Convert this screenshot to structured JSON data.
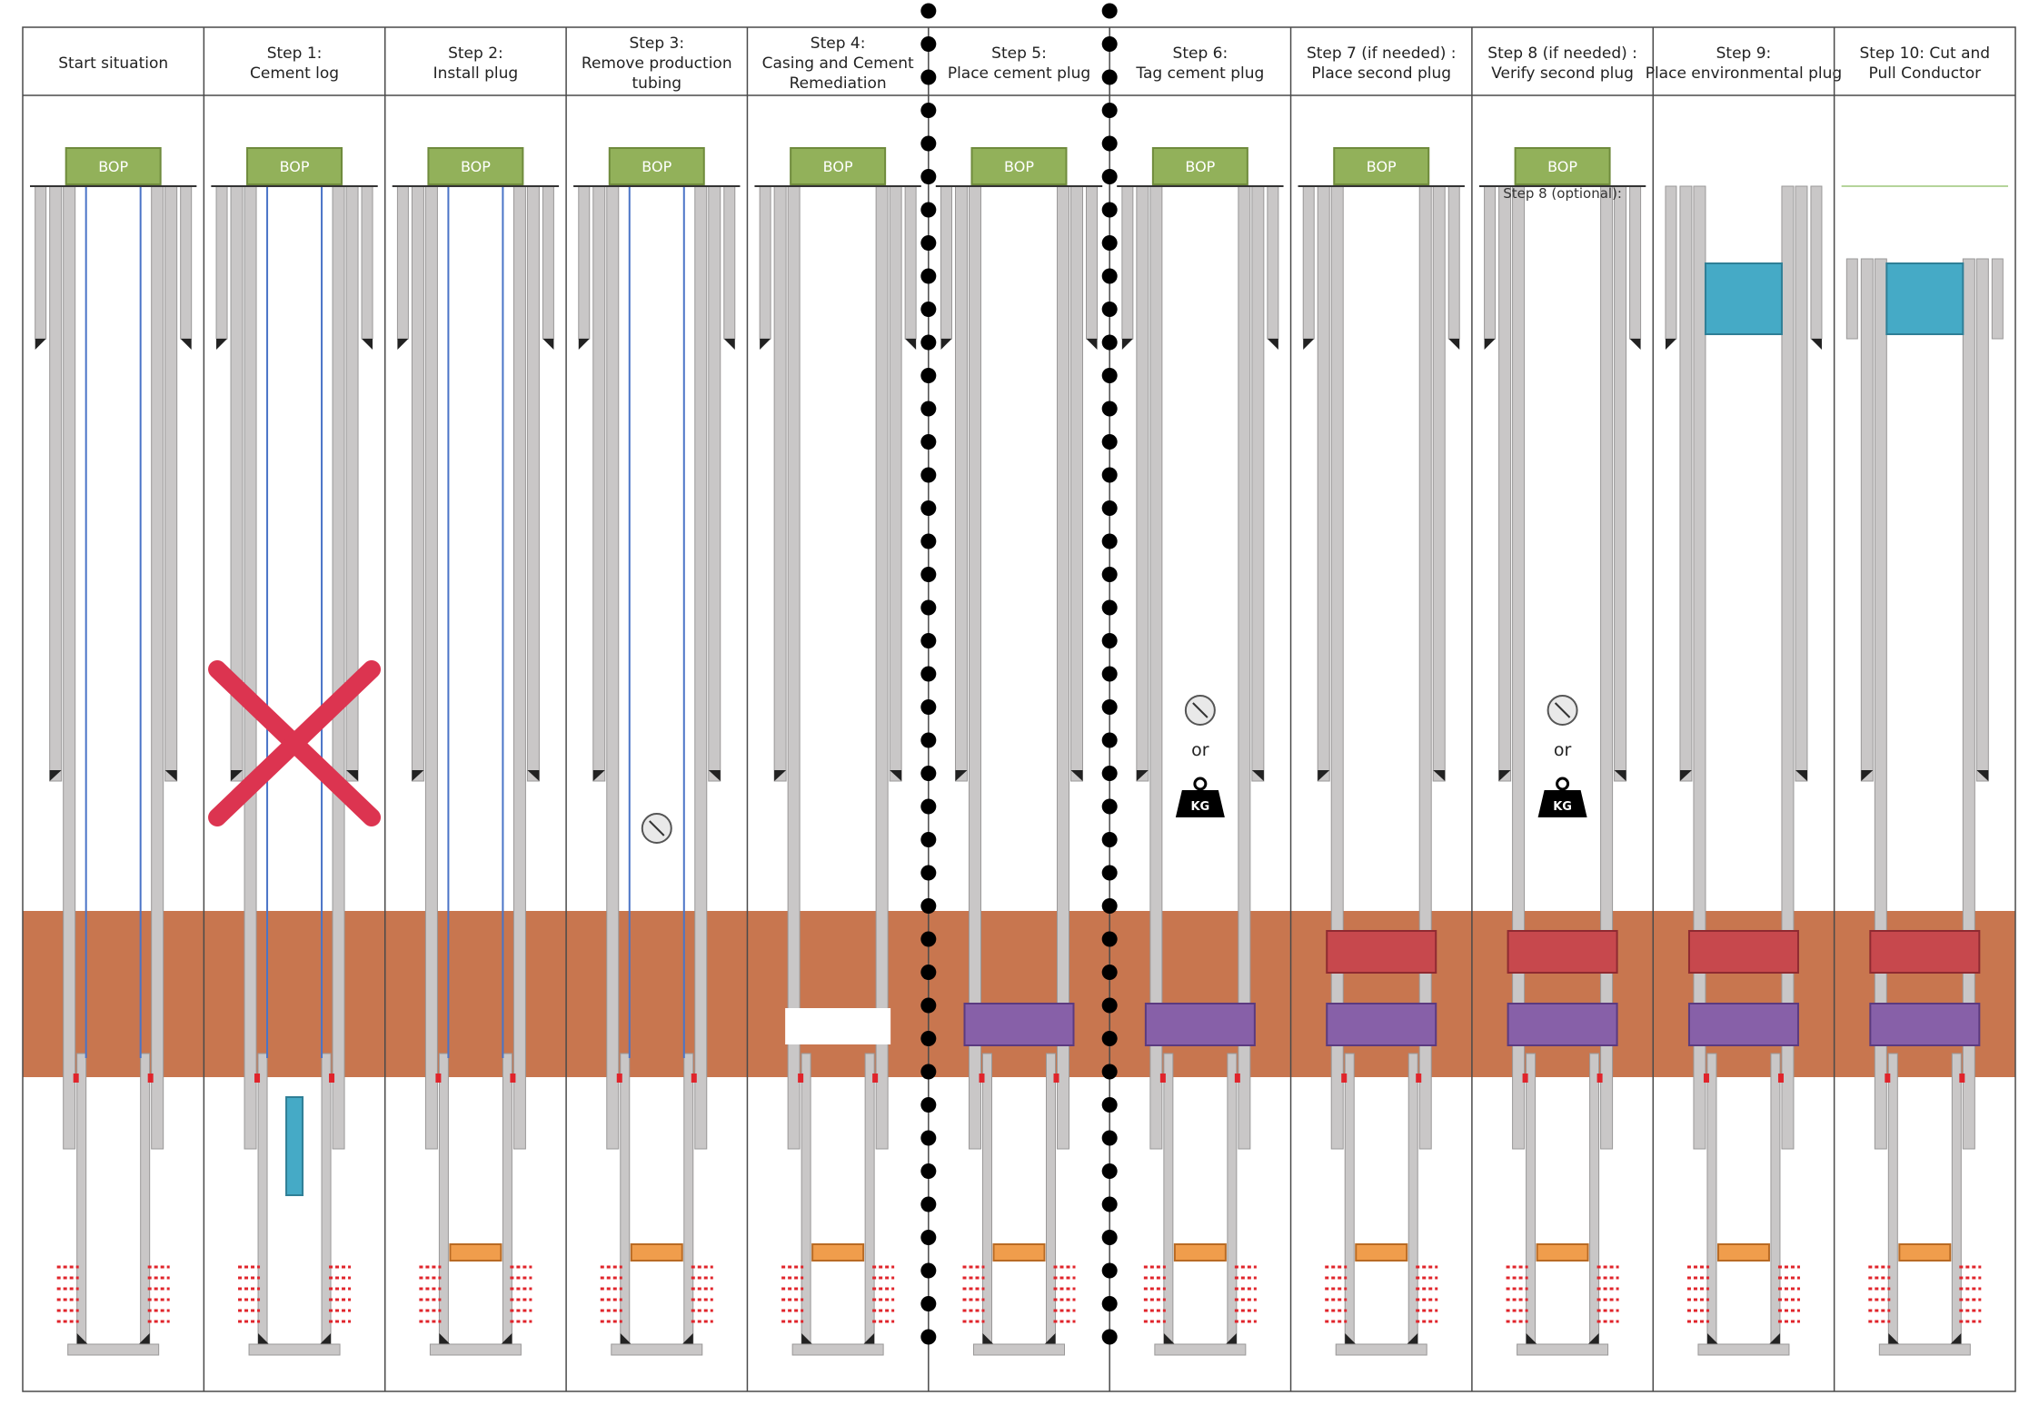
{
  "columns": [
    {
      "title": [
        "Start situation"
      ],
      "bop": true,
      "tubing": "full",
      "plugs": [],
      "tools": [],
      "rig": "standard"
    },
    {
      "title": [
        "Step 1:",
        "Cement log"
      ],
      "bop": true,
      "tubing": "full",
      "plugs": [],
      "tools": [
        "cement-log-tool",
        "rejected-cross"
      ],
      "rig": "standard"
    },
    {
      "title": [
        "Step 2:",
        "Install plug"
      ],
      "bop": true,
      "tubing": "full",
      "plugs": [
        "bridge-plug"
      ],
      "tools": [],
      "rig": "standard"
    },
    {
      "title": [
        "Step 3:",
        "Remove production",
        "tubing"
      ],
      "bop": true,
      "tubing": "full",
      "plugs": [
        "bridge-plug"
      ],
      "tools": [
        "pressure-gauge"
      ],
      "rig": "standard"
    },
    {
      "title": [
        "Step 4:",
        "Casing and Cement",
        "Remediation"
      ],
      "bop": true,
      "tubing": "none",
      "plugs": [
        "bridge-plug",
        "remediation-window"
      ],
      "tools": [],
      "rig": "standard"
    },
    {
      "title": [
        "Step 5:",
        "Place cement plug"
      ],
      "bop": true,
      "tubing": "none",
      "plugs": [
        "bridge-plug",
        "primary-cement-plug"
      ],
      "tools": [],
      "rig": "standard"
    },
    {
      "title": [
        "Step 6:",
        "Tag cement plug"
      ],
      "bop": true,
      "tubing": "none",
      "plugs": [
        "bridge-plug",
        "primary-cement-plug"
      ],
      "tools": [
        "pressure-gauge",
        "or",
        "weight"
      ],
      "rig": "standard"
    },
    {
      "title": [
        "Step 7 (if needed) :",
        "Place second plug"
      ],
      "bop": true,
      "tubing": "none",
      "plugs": [
        "bridge-plug",
        "primary-cement-plug",
        "secondary-cement-plug"
      ],
      "tools": [],
      "rig": "standard"
    },
    {
      "title": [
        "Step 8 (if needed) :",
        "Verify second plug"
      ],
      "bop": true,
      "tubing": "none",
      "plugs": [
        "bridge-plug",
        "primary-cement-plug",
        "secondary-cement-plug"
      ],
      "tools": [
        "pressure-gauge",
        "or",
        "weight"
      ],
      "rig": "standard",
      "note": "Step 8 (optional):"
    },
    {
      "title": [
        "Step 9:",
        "Place environmental plug"
      ],
      "bop": false,
      "tubing": "none",
      "plugs": [
        "bridge-plug",
        "primary-cement-plug",
        "secondary-cement-plug",
        "environmental-plug"
      ],
      "tools": [],
      "rig": "open-top"
    },
    {
      "title": [
        "Step 10: Cut and",
        "Pull Conductor"
      ],
      "bop": false,
      "tubing": "none",
      "plugs": [
        "bridge-plug",
        "primary-cement-plug",
        "secondary-cement-plug",
        "environmental-plug"
      ],
      "tools": [],
      "rig": "cut-conductor"
    }
  ],
  "labels": {
    "bop": "BOP",
    "or": "or",
    "weight": "KG"
  },
  "colors": {
    "bop": "#92b15a",
    "formation": "#c8764f",
    "casing": "#c9c7c7",
    "tubing": "#4a74c7",
    "primary_plug": "#8760a8",
    "secondary_plug": "#c7484d",
    "environmental_plug": "#45aac6",
    "bridge_plug": "#f09d4c",
    "cross": "#dc3450",
    "perforation": "#e0242b"
  }
}
